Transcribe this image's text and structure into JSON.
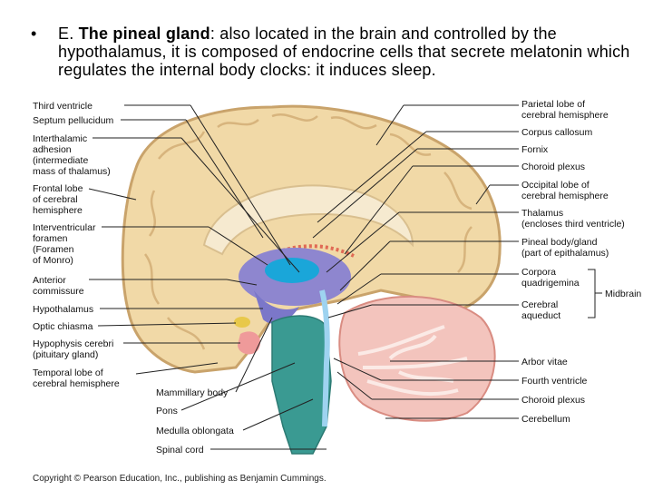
{
  "slide": {
    "bullet": "•",
    "heading_prefix": "E. ",
    "heading_bold": "The pineal gland",
    "heading_rest": ": also located in the brain and controlled by the hypothalamus, it is composed of endocrine cells that secrete melatonin which regulates the internal body clocks: it induces sleep."
  },
  "labels_left": [
    [
      "Third ventricle"
    ],
    [
      "Septum pellucidum"
    ],
    [
      "Interthalamic",
      "adhesion",
      "(intermediate",
      "mass of thalamus)"
    ],
    [
      "Frontal lobe",
      "of cerebral",
      "hemisphere"
    ],
    [
      "Interventricular",
      "foramen",
      "(Foramen",
      "of Monro)"
    ],
    [
      "Anterior",
      "commissure"
    ],
    [
      "Hypothalamus"
    ],
    [
      "Optic chiasma"
    ],
    [
      "Hypophysis cerebri",
      "(pituitary gland)"
    ],
    [
      "Temporal lobe of",
      "cerebral hemisphere"
    ]
  ],
  "labels_bottom": [
    [
      "Mammillary body"
    ],
    [
      "Pons"
    ],
    [
      "Medulla oblongata"
    ],
    [
      "Spinal cord"
    ]
  ],
  "labels_right": [
    [
      "Parietal lobe of",
      "cerebral hemisphere"
    ],
    [
      "Corpus callosum"
    ],
    [
      "Fornix"
    ],
    [
      "Choroid plexus"
    ],
    [
      "Occipital lobe of",
      "cerebral hemisphere"
    ],
    [
      "Thalamus",
      "(encloses third ventricle)"
    ],
    [
      "Pineal body/gland",
      "(part of epithalamus)"
    ],
    [
      "Corpora",
      "quadrigemina"
    ],
    [
      "Cerebral",
      "aqueduct"
    ],
    [
      "Arbor vitae"
    ],
    [
      "Fourth ventricle"
    ],
    [
      "Choroid plexus"
    ],
    [
      "Cerebellum"
    ]
  ],
  "bracket_label": "Midbrain",
  "copyright": "Copyright © Pearson Education, Inc., publishing as Benjamin Cummings.",
  "colors": {
    "cortex": "#f1d9a7",
    "cortex_dark": "#c9a36b",
    "ventricle": "#1aa6d9",
    "thalamus": "#8e86cf",
    "brainstem": "#3a9a92",
    "cerebellum": "#e9a39a",
    "leader": "#222222"
  }
}
